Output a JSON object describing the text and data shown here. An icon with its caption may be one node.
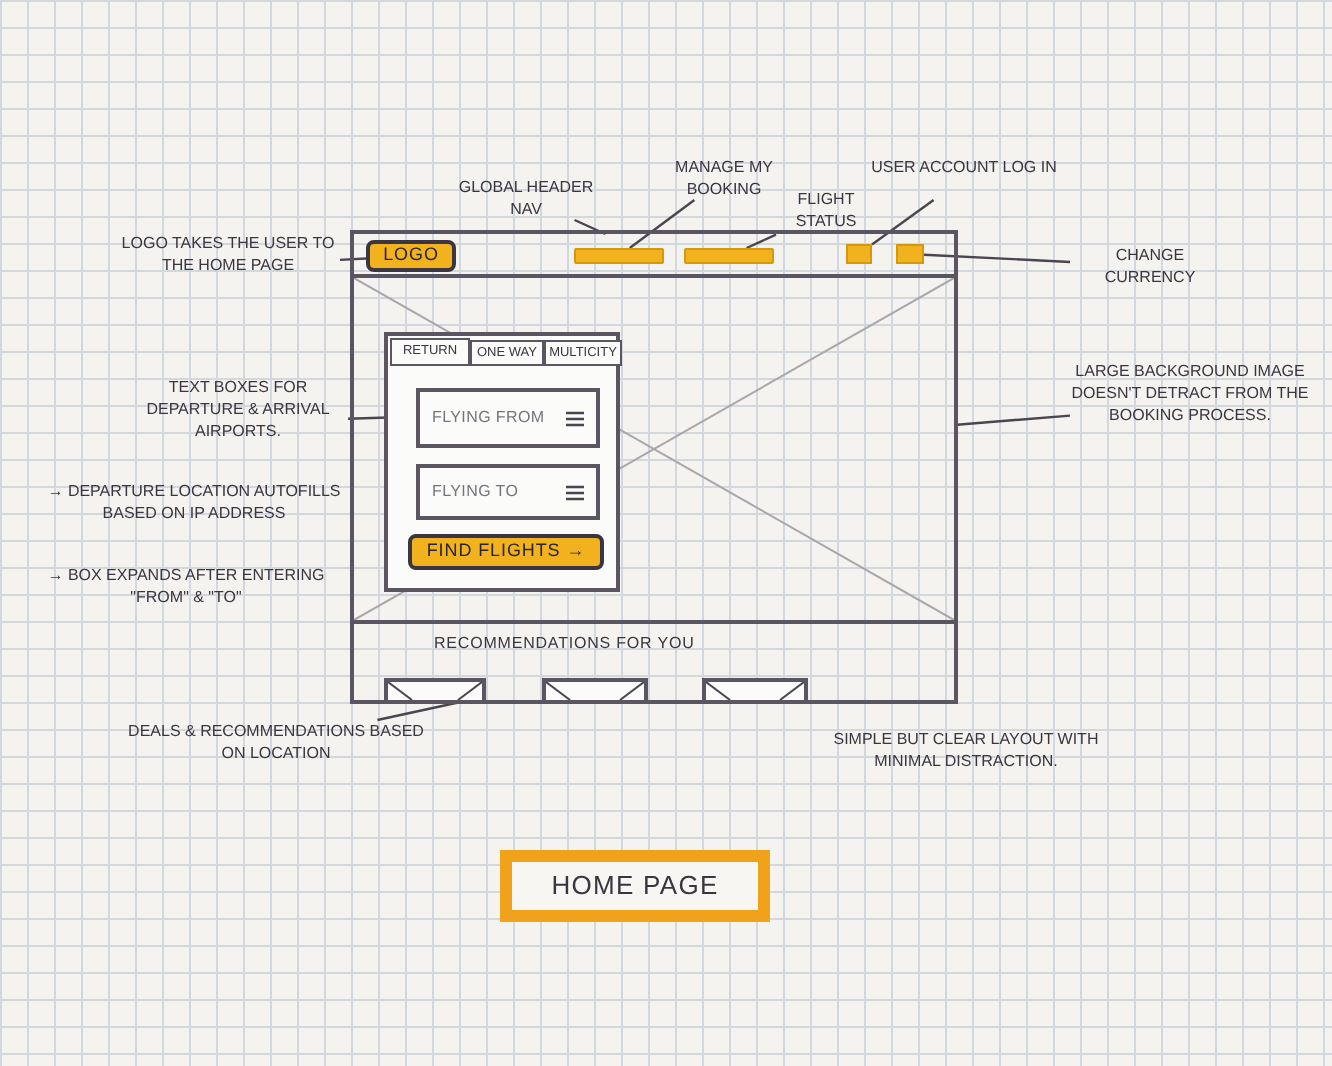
{
  "diagram": {
    "nodes": [
      {
        "text": [],
        "shape": "box"
      },
      {
        "text": [],
        "shape": "box",
        "in": 0
      },
      {
        "text": [
          "LOGO"
        ],
        "in": 1
      },
      {
        "text": [],
        "shape": "bar",
        "in": 1
      },
      {
        "text": [],
        "shape": "bar",
        "in": 1
      },
      {
        "text": [],
        "shape": "box",
        "in": 1
      },
      {
        "text": [],
        "shape": "box",
        "in": 1
      },
      {
        "text": [],
        "shape": "picture",
        "in": 0
      },
      {
        "text": [],
        "shape": "box",
        "in": 7
      },
      {
        "text": [
          "RETURN"
        ],
        "in": 8
      },
      {
        "text": [
          "ONE WAY"
        ],
        "in": 8
      },
      {
        "text": [
          "MULTICITY"
        ],
        "in": 8
      },
      {
        "text": [
          "FLYING FROM"
        ],
        "in": 8
      },
      {
        "text": [
          "FLYING TO"
        ],
        "in": 8
      },
      {
        "text": [
          "FIND FLIGHTS →"
        ],
        "in": 8
      },
      {
        "text": [
          "RECOMMENDATIONS FOR YOU"
        ],
        "in": 0
      },
      {
        "text": [],
        "shape": "picture",
        "in": 15
      },
      {
        "text": [],
        "shape": "picture",
        "in": 15
      },
      {
        "text": [],
        "shape": "picture",
        "in": 15
      },
      {
        "text": [
          "LOGO TAKES THE USER TO THE HOME PAGE"
        ]
      },
      {
        "text": [
          "GLOBAL HEADER NAV"
        ]
      },
      {
        "text": [
          "MANAGE MY BOOKING"
        ]
      },
      {
        "text": [
          "FLIGHT STATUS"
        ]
      },
      {
        "text": [
          "USER ACCOUNT LOG IN"
        ]
      },
      {
        "text": [
          "CHANGE CURRENCY"
        ]
      },
      {
        "text": [
          "LARGE BACKGROUND IMAGE DOESN'T DETRACT FROM THE BOOKING PROCESS."
        ]
      },
      {
        "text": [
          "TEXT BOXES FOR DEPARTURE & ARRIVAL AIRPORTS."
        ]
      },
      {
        "text": [
          "DEALS & RECOMMENDATIONS BASED ON LOCATION"
        ]
      },
      {
        "text": [
          "HOME PAGE"
        ]
      }
    ],
    "edges": [
      {
        "from": 19,
        "to": 2,
        "arrow": "none"
      },
      {
        "from": 20,
        "to": 1,
        "arrow": "none"
      },
      {
        "from": 21,
        "to": 3,
        "arrow": "none"
      },
      {
        "from": 22,
        "to": 4,
        "arrow": "none"
      },
      {
        "from": 23,
        "to": 5,
        "arrow": "none"
      },
      {
        "from": 24,
        "to": 6,
        "arrow": "none"
      },
      {
        "from": 25,
        "to": 7,
        "arrow": "none"
      },
      {
        "from": 26,
        "to": 12,
        "arrow": "none"
      },
      {
        "from": 27,
        "to": 15,
        "arrow": "none"
      }
    ],
    "labels": [
      "→ DEPARTURE LOCATION AUTOFILLS BASED ON IP ADDRESS",
      "→ BOX EXPANDS AFTER ENTERING \"FROM\" & \"TO\"",
      "SIMPLE BUT CLEAR LAYOUT WITH MINIMAL DISTRACTION."
    ]
  }
}
